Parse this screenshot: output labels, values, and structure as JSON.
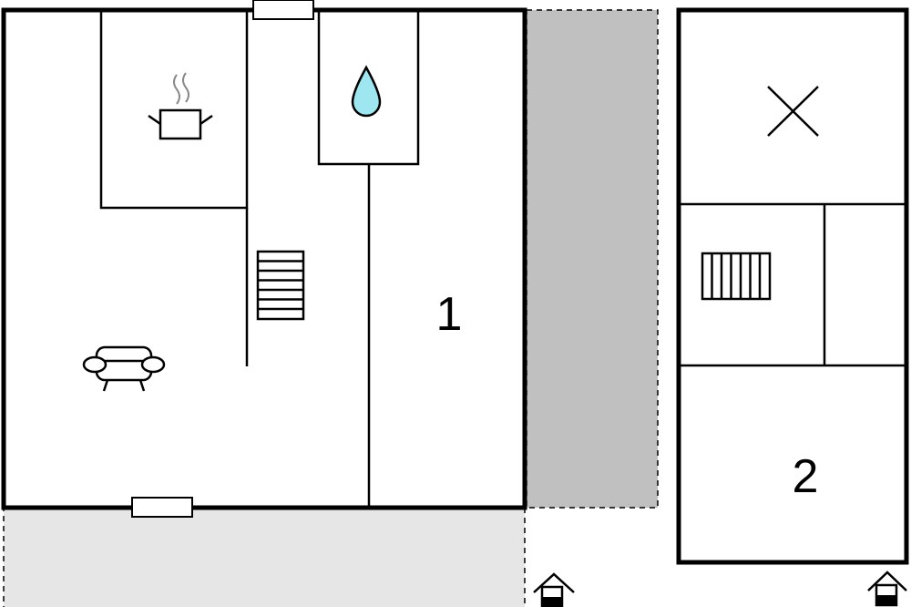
{
  "floorplan": {
    "rooms": [
      {
        "id": "bedroom-1",
        "number": "1"
      },
      {
        "id": "bedroom-2",
        "number": "2"
      }
    ],
    "icons": [
      "kitchen-pot-icon",
      "bathroom-water-drop-icon",
      "living-sofa-icon",
      "staircase-icon",
      "upper-staircase-icon",
      "open-void-cross-icon",
      "entrance-house-icon"
    ],
    "colors": {
      "wall": "#000000",
      "terrace": "#e6e6e6",
      "covered-area": "#c0c0c0",
      "water-drop": "#9ee6f0"
    }
  }
}
